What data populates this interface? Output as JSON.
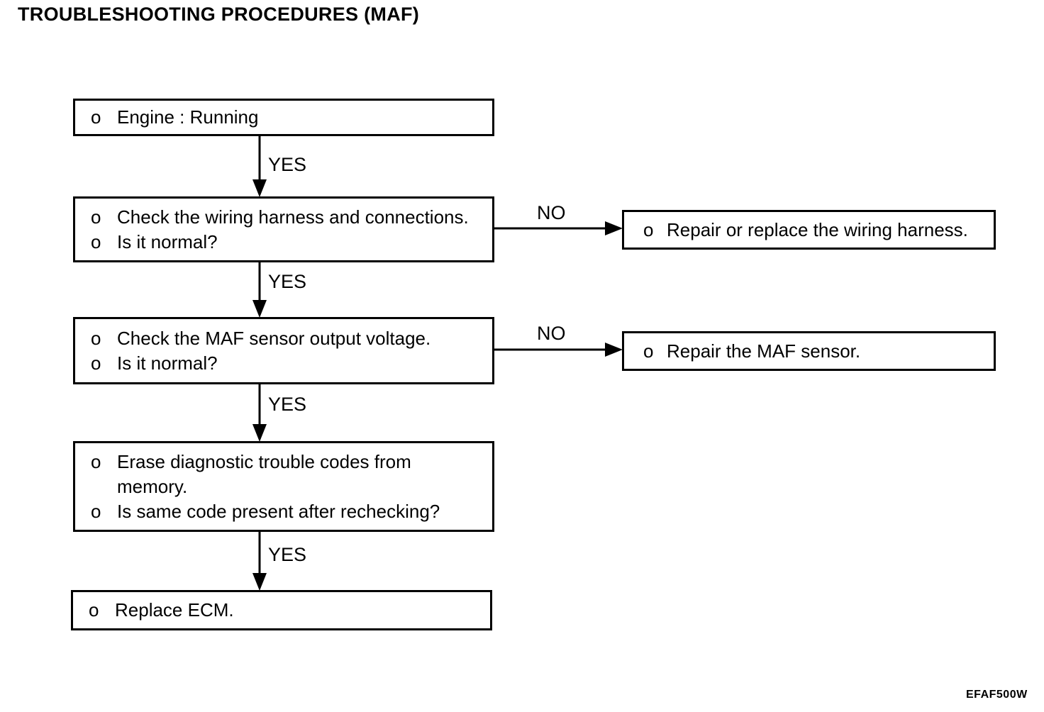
{
  "title": "TROUBLESHOOTING PROCEDURES (MAF)",
  "figure_code": "EFAF500W",
  "bullet_glyph": "o",
  "connector_labels": {
    "yes1": "YES",
    "yes2": "YES",
    "yes3": "YES",
    "yes4": "YES",
    "no1": "NO",
    "no2": "NO"
  },
  "steps": {
    "step1": {
      "item1": "Engine : Running"
    },
    "step2": {
      "item1": "Check the wiring harness and connections.",
      "item2": "Is it normal?"
    },
    "step3": {
      "item1": "Check the MAF sensor output voltage.",
      "item2": "Is it normal?"
    },
    "step4": {
      "item1_line1": "Erase diagnostic trouble codes from",
      "item1_line2": "memory.",
      "item2": "Is same code present after rechecking?"
    },
    "step5": {
      "item1": "Replace ECM."
    },
    "fix_wiring": {
      "item1": "Repair or replace the wiring harness."
    },
    "fix_maf": {
      "item1": "Repair the MAF sensor."
    }
  }
}
